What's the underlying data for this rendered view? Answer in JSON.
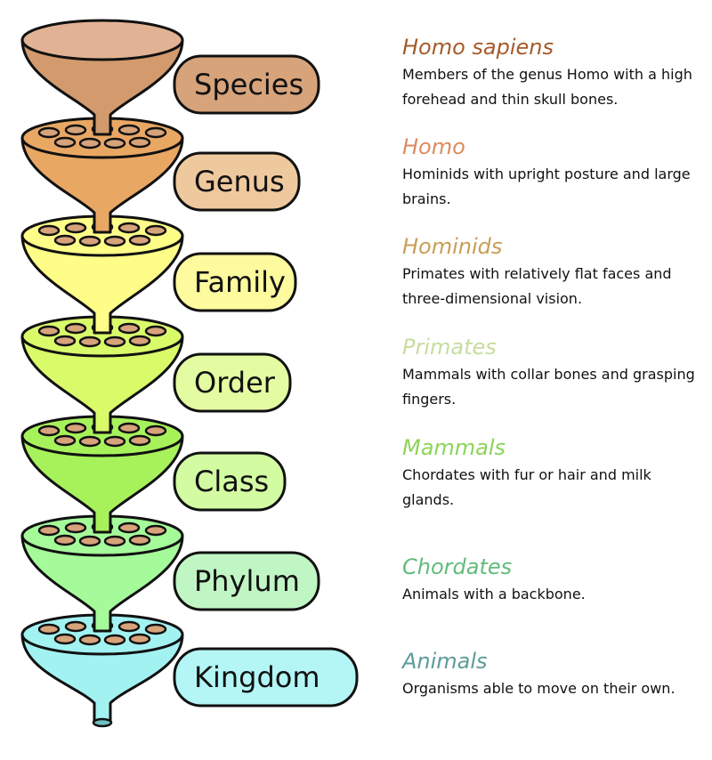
{
  "levels": [
    {
      "rank": "Species",
      "title": "Homo sapiens",
      "description": "Members of the genus Homo with a high forehead and thin skull bones.",
      "funnel_color": "#d29a6d",
      "pill_color": "#d6a37b",
      "title_color": "#a35b2b"
    },
    {
      "rank": "Genus",
      "title": "Homo",
      "description": "Hominids with upright posture and large brains.",
      "funnel_color": "#e9a764",
      "pill_color": "#efc99e",
      "title_color": "#dc8b61"
    },
    {
      "rank": "Family",
      "title": "Hominids",
      "description": "Primates with relatively flat faces and three-dimensional vision.",
      "funnel_color": "#fdfd88",
      "pill_color": "#fdfb9e",
      "title_color": "#c99e58"
    },
    {
      "rank": "Order",
      "title": "Primates",
      "description": "Mammals with collar bones and grasping fingers.",
      "funnel_color": "#d9fb6a",
      "pill_color": "#e4fca1",
      "title_color": "#c6dd9f"
    },
    {
      "rank": "Class",
      "title": "Mammals",
      "description": "Chordates with fur or hair and milk glands.",
      "funnel_color": "#a7f25b",
      "pill_color": "#d3fba2",
      "title_color": "#8dd45a"
    },
    {
      "rank": "Phylum",
      "title": "Chordates",
      "description": "Animals with a backbone.",
      "funnel_color": "#a5fb9a",
      "pill_color": "#c0f6c4",
      "title_color": "#63bb7c"
    },
    {
      "rank": "Kingdom",
      "title": "Animals",
      "description": "Organisms able to move on their own.",
      "funnel_color": "#a3f2f2",
      "pill_color": "#b4f5f5",
      "title_color": "#5c9c9a"
    }
  ]
}
